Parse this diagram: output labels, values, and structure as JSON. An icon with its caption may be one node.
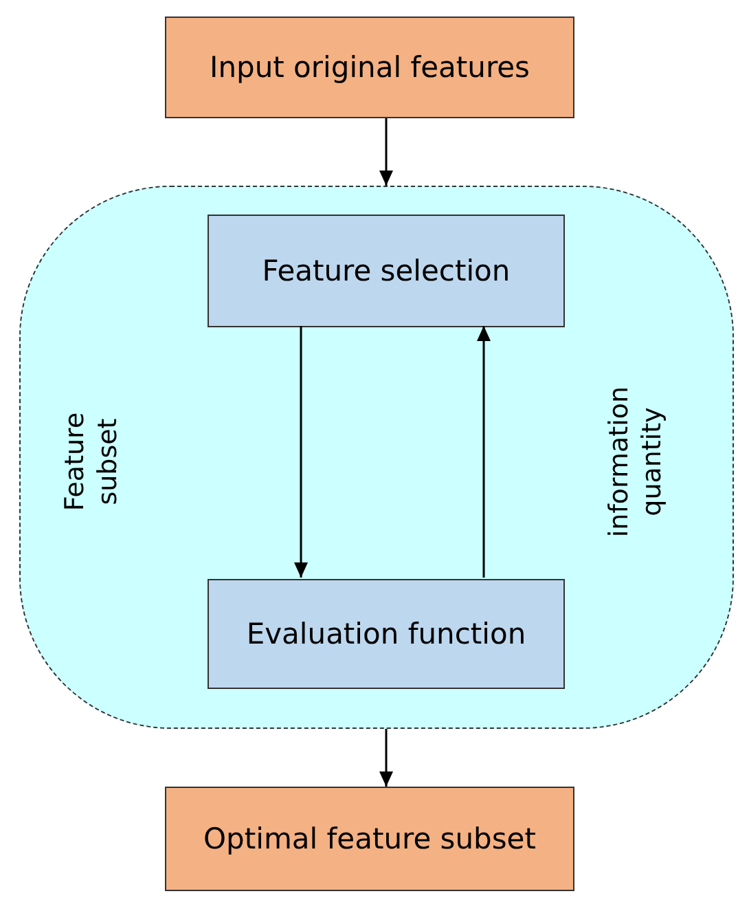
{
  "diagram": {
    "nodes": [
      {
        "text": [
          "Input original features"
        ]
      },
      {
        "text": [
          "Feature subset",
          "information quantity"
        ]
      },
      {
        "text": [
          "Feature selection"
        ],
        "in": 1
      },
      {
        "text": [
          "Evaluation function"
        ],
        "in": 1
      },
      {
        "text": [
          "Optimal feature subset"
        ]
      }
    ],
    "edges": [
      {
        "from": 0,
        "to": 1,
        "arrow": "to"
      },
      {
        "from": 2,
        "to": 3,
        "arrow": "to"
      },
      {
        "from": 3,
        "to": 2,
        "arrow": "to"
      },
      {
        "from": 1,
        "to": 4,
        "arrow": "to"
      }
    ]
  }
}
